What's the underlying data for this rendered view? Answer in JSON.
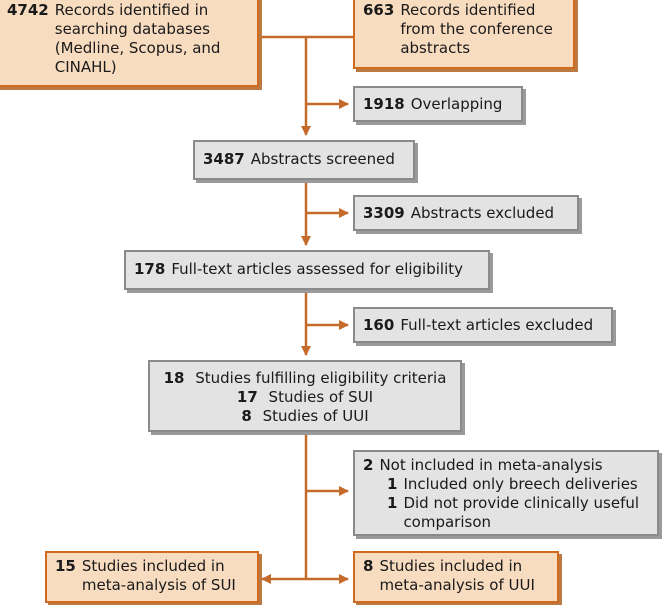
{
  "colors": {
    "arrow": "#c46a2a",
    "orange_fill": "#f8dcc0",
    "orange_border": "#cf6a1e",
    "grey_fill": "#e3e3e3",
    "grey_border": "#8a8a8a"
  },
  "box_databases": {
    "num": "4742",
    "text": "Records identified in\nsearching databases\n(Medline, Scopus, and\nCINAHL)"
  },
  "box_conference": {
    "num": "663",
    "text": "Records identified\nfrom the conference\nabstracts"
  },
  "box_overlapping": {
    "num": "1918",
    "text": "Overlapping"
  },
  "box_screened": {
    "num": "3487",
    "text": "Abstracts screened"
  },
  "box_abstracts_excluded": {
    "num": "3309",
    "text": "Abstracts excluded"
  },
  "box_fulltext": {
    "num": "178",
    "text": "Full-text articles assessed for eligibility"
  },
  "box_fulltext_excluded": {
    "num": "160",
    "text": "Full-text articles excluded"
  },
  "box_eligible": {
    "num": "18",
    "text": "Studies fulfilling eligibility criteria",
    "sub1_num": "17",
    "sub1_text": "Studies of SUI",
    "sub2_num": "8",
    "sub2_text": "Studies of UUI"
  },
  "box_not_included": {
    "num": "2",
    "text": "Not included in meta-analysis",
    "sub1_num": "1",
    "sub1_text": "Included only breech deliveries",
    "sub2_num": "1",
    "sub2_text": "Did not provide clinically useful\ncomparison"
  },
  "box_sui": {
    "num": "15",
    "text": "Studies included in\nmeta-analysis of SUI"
  },
  "box_uui": {
    "num": "8",
    "text": "Studies included in\nmeta-analysis of UUI"
  }
}
